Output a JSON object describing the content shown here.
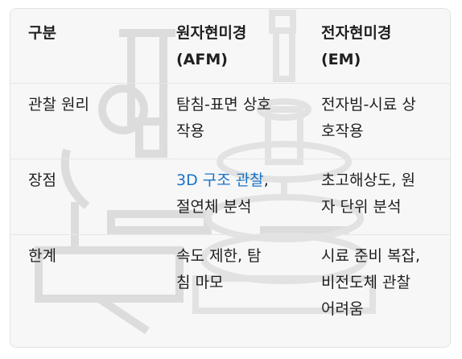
{
  "table": {
    "headers": [
      {
        "lines": [
          "구분"
        ]
      },
      {
        "lines": [
          "원자현미경",
          "(AFM)"
        ]
      },
      {
        "lines": [
          "전자현미경",
          "(EM)"
        ]
      }
    ],
    "rows": [
      {
        "label": "관찰 원리",
        "afm": [
          "탐침-표면 상호",
          "작용"
        ],
        "em": [
          "전자빔-시료 상",
          "호작용"
        ]
      },
      {
        "label": "장점",
        "afm_link": "3D 구조 관찰",
        "afm_after_link": ",",
        "afm_line2": "절연체 분석",
        "em": [
          "초고해상도, 원",
          "자 단위 분석"
        ]
      },
      {
        "label": "한계",
        "afm": [
          "속도 제한, 탐",
          "침 마모"
        ],
        "em": [
          "시료 준비 복잡,",
          "비전도체 관찰",
          "어려움"
        ]
      }
    ]
  },
  "colors": {
    "link": "#1a73c7",
    "text": "#1f1f1f",
    "background": "#f7f7f8",
    "watermark": "#d9d9d9"
  },
  "watermark_icon": "microscope-icon"
}
